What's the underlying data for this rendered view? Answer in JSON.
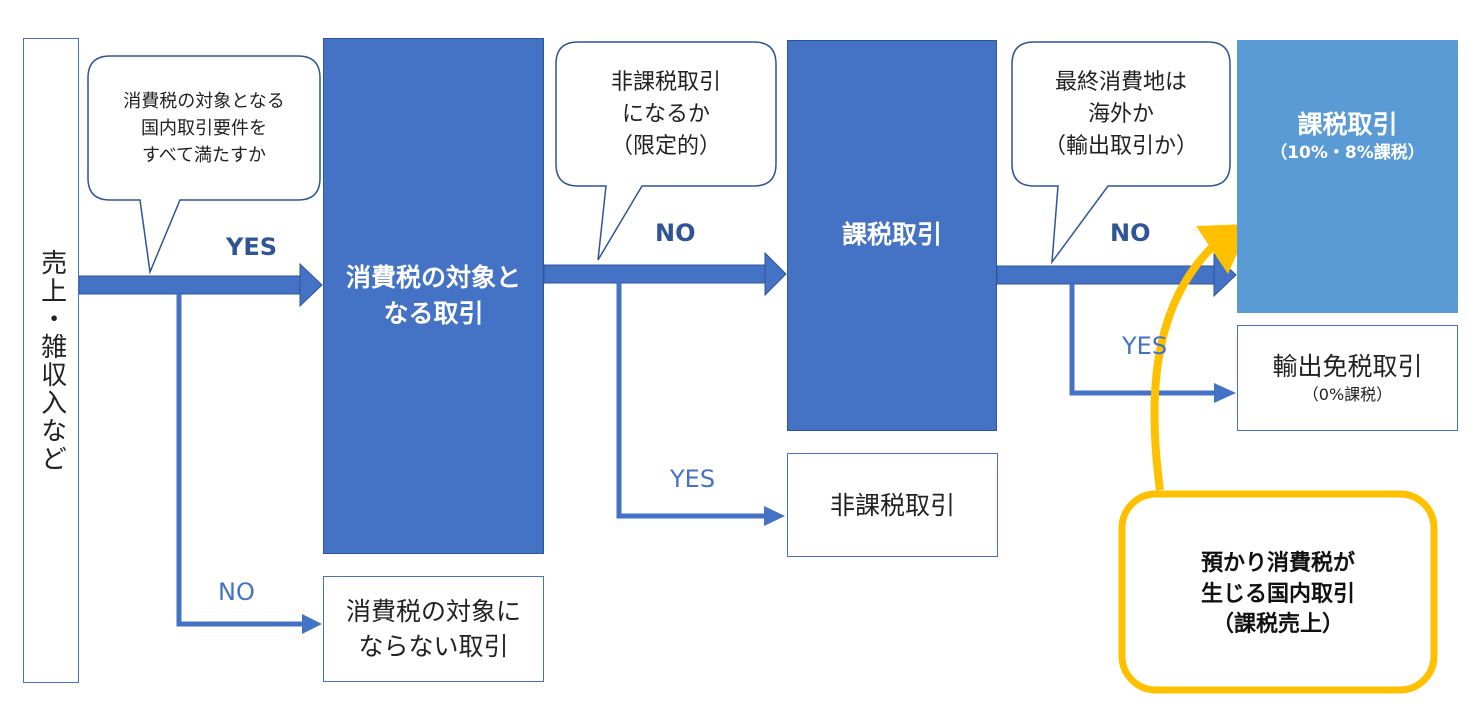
{
  "start": {
    "label": "売上・雑収入など"
  },
  "bubbles": {
    "q1": [
      "消費税の対象となる",
      "国内取引要件を",
      "すべて満たすか"
    ],
    "q2": [
      "非課税取引",
      "になるか",
      "（限定的）"
    ],
    "q3": [
      "最終消費地は",
      "海外か",
      "（輸出取引か）"
    ]
  },
  "boxes": {
    "taxable_object": [
      "消費税の対象と",
      "なる取引"
    ],
    "not_object": [
      "消費税の対象に",
      "ならない取引"
    ],
    "taxable_mid": "課税取引",
    "nontaxable": "非課税取引",
    "taxable_final": {
      "title": "課税取引",
      "sub": "（10%・8%課税）"
    },
    "export_exempt": {
      "title": "輸出免税取引",
      "sub": "（0%課税）"
    }
  },
  "labels": {
    "yes_1": "YES",
    "no_1": "NO",
    "no_2": "NO",
    "yes_2": "YES",
    "no_3": "NO",
    "yes_3": "YES"
  },
  "callout": [
    "預かり消費税が",
    "生じる国内取引",
    "（課税売上）"
  ],
  "colors": {
    "primary": "#4472c4",
    "primary_dark": "#2f5597",
    "light_blue": "#5b9bd5",
    "callout": "#ffc000"
  }
}
